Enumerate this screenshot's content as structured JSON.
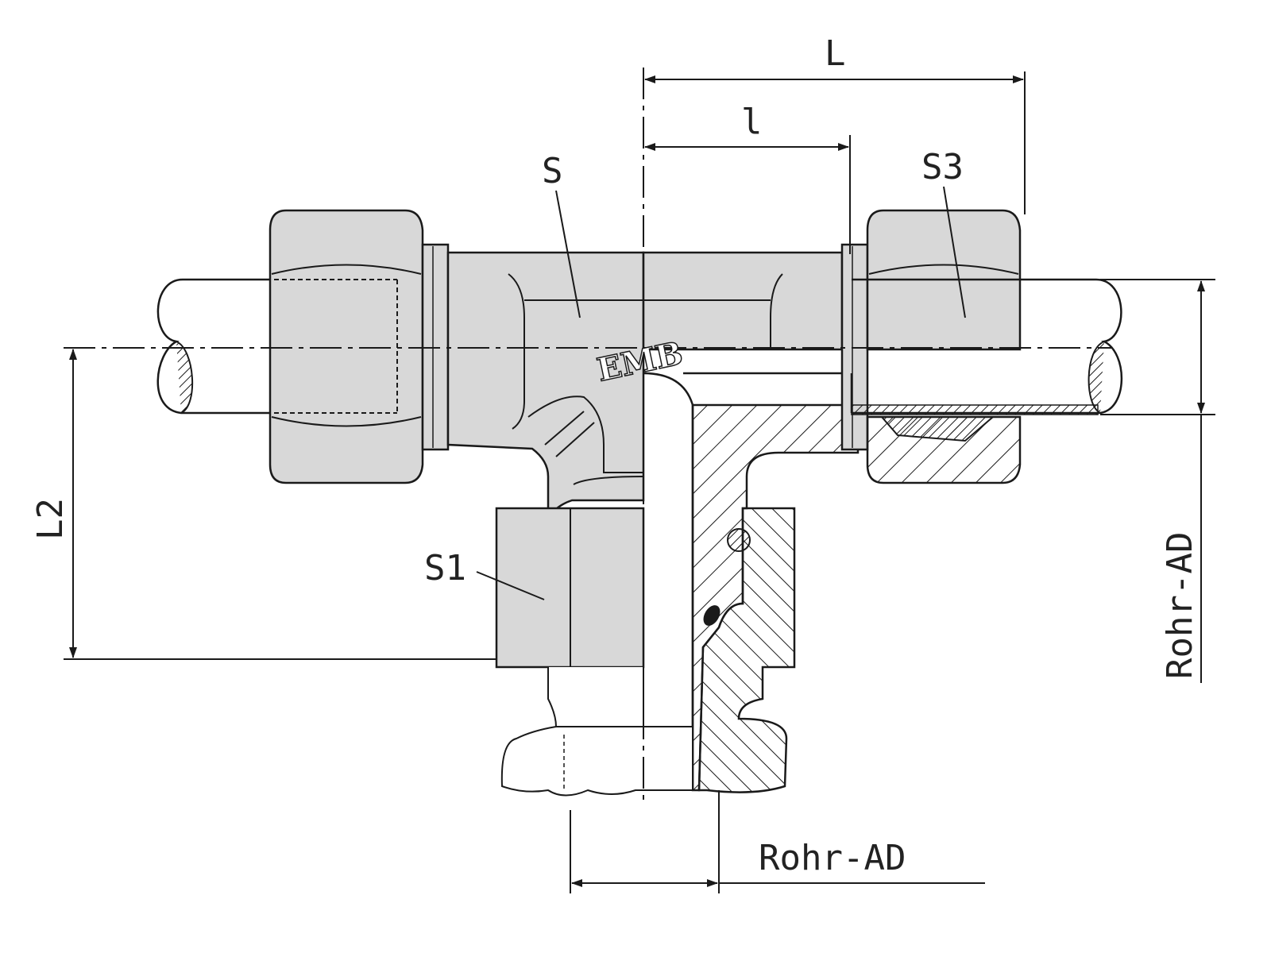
{
  "labels": {
    "L": "L",
    "l": "l",
    "S": "S",
    "S3": "S3",
    "S1": "S1",
    "L2": "L2",
    "rohr_ad_right": "Rohr-AD",
    "rohr_ad_bottom": "Rohr-AD"
  },
  "logo": "EMB",
  "colors": {
    "line": "#1a1a1a",
    "fill": "#d8d8d8",
    "background": "#ffffff"
  }
}
